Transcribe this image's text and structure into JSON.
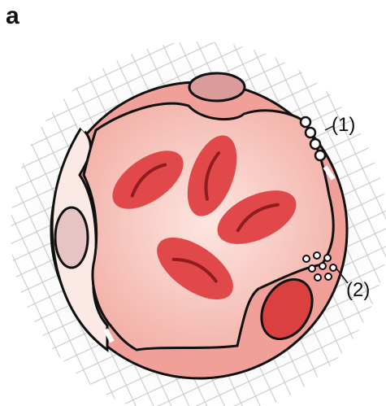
{
  "figure": {
    "panel_letter": "a",
    "callouts": [
      {
        "id": "1",
        "text": "(1)"
      },
      {
        "id": "2",
        "text": "(2)"
      }
    ]
  },
  "colors": {
    "lumen": "#f6c6bf",
    "lumen_center": "#fde6e1",
    "endothelium": "#f0a098",
    "pale_cell": "#fbe9e6",
    "rbc": "#e0484a",
    "rbc_slit": "#8f1c1f",
    "nucleus": "#cf8a8a",
    "dark_nucleus": "#d9403f",
    "matrix": "#c8c8c8",
    "outline": "#111111"
  },
  "parts": [
    {
      "name": "red-blood-cell",
      "count": 4
    },
    {
      "name": "endothelial-cell-nucleus",
      "count": 3
    },
    {
      "name": "fenestrations",
      "count": 4
    },
    {
      "name": "vesicles",
      "count": 8
    }
  ]
}
